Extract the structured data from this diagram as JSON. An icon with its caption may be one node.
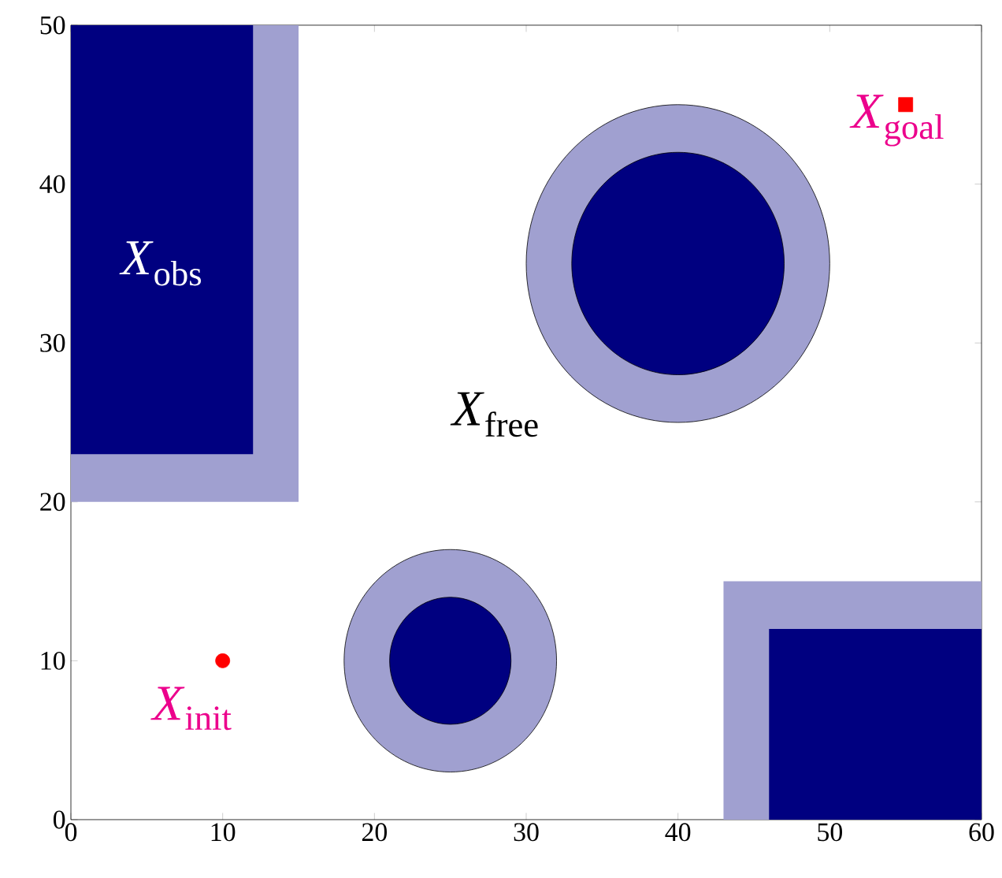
{
  "diagram": {
    "labels": [
      "*X*$_{obs}$",
      "*X*$_{free}$",
      "*X*$_{goal}$",
      "*X*$_{init}$"
    ],
    "chart_data": {
      "type": "scatter",
      "xlim": [
        0,
        60
      ],
      "ylim": [
        0,
        50
      ],
      "xticks": [
        0,
        10,
        20,
        30,
        40,
        50,
        60
      ],
      "yticks": [
        0,
        10,
        20,
        30,
        40,
        50
      ],
      "series": [
        {
          "color": "#ff0000",
          "x": [
            10
          ],
          "values": [
            10
          ]
        },
        {
          "color": "#ff0000",
          "x": [
            55
          ],
          "values": [
            45
          ]
        }
      ]
    }
  }
}
